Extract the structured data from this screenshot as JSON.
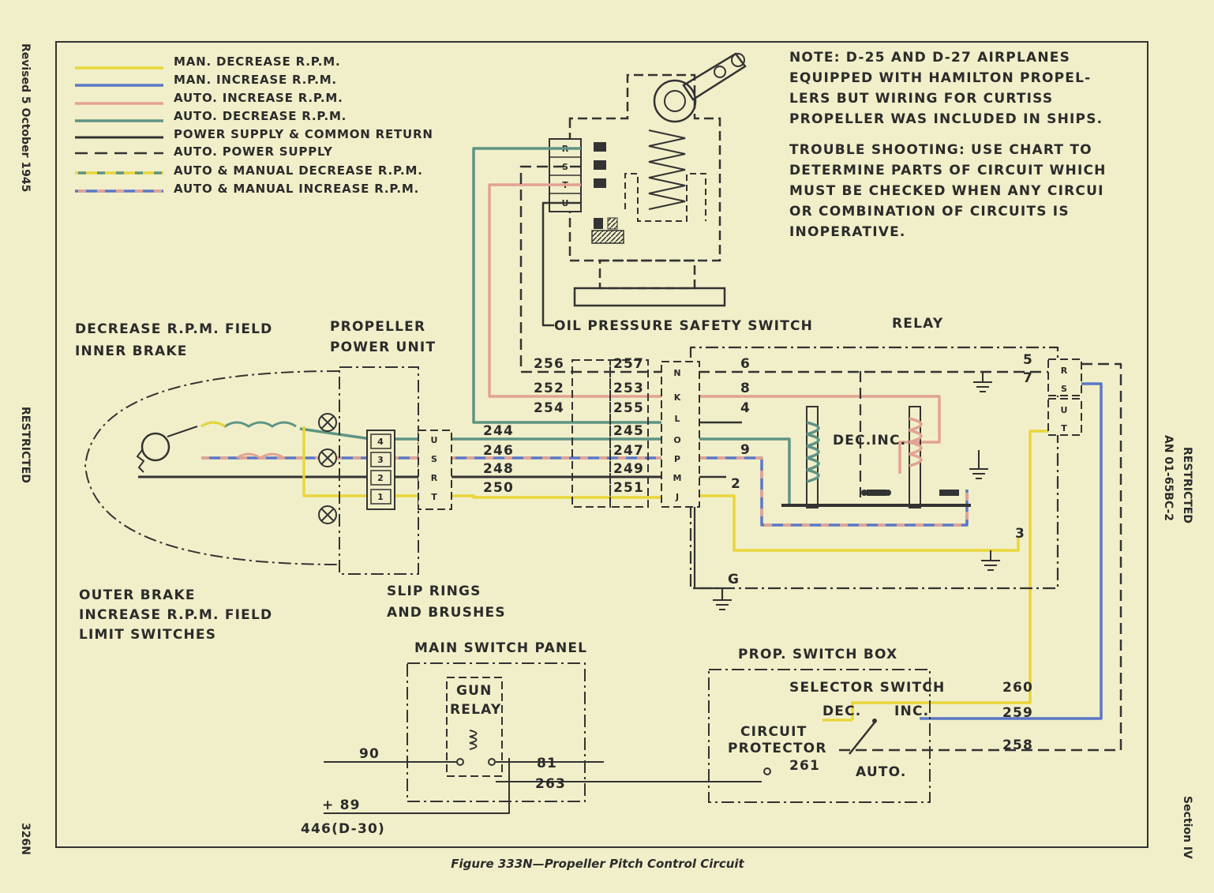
{
  "margin": {
    "left_top": "Revised 5 October 1945",
    "left_mid": "RESTRICTED",
    "left_bottom": "326N",
    "right_mid_1": "RESTRICTED",
    "right_mid_2": "AN 01-65BC-2",
    "right_bottom": "Section IV"
  },
  "caption": "Figure 333N—Propeller Pitch Control Circuit",
  "legend": [
    {
      "label": "MAN. DECREASE R.P.M.",
      "color": "#e8d63a",
      "style": "solid"
    },
    {
      "label": "MAN. INCREASE R.P.M.",
      "color": "#5a77c6",
      "style": "solid"
    },
    {
      "label": "AUTO. INCREASE R.P.M.",
      "color": "#e3a293",
      "style": "solid"
    },
    {
      "label": "AUTO. DECREASE R.P.M.",
      "color": "#5f9484",
      "style": "solid"
    },
    {
      "label": "POWER SUPPLY & COMMON RETURN",
      "color": "#333333",
      "style": "solid"
    },
    {
      "label": "AUTO. POWER SUPPLY",
      "color": "#333333",
      "style": "dashed"
    },
    {
      "label": "AUTO & MANUAL DECREASE R.P.M.",
      "color": "#e8d63a",
      "style": "dashed-mix"
    },
    {
      "label": "AUTO & MANUAL INCREASE R.P.M.",
      "color": "#5a77c6",
      "style": "dashed-mix"
    }
  ],
  "note": [
    "NOTE: D-25 AND D-27 AIRPLANES",
    "EQUIPPED WITH HAMILTON PROPEL-",
    "LERS BUT WIRING FOR CURTISS",
    "PROPELLER WAS INCLUDED IN SHIPS."
  ],
  "trouble": [
    "TROUBLE SHOOTING: USE CHART TO",
    "DETERMINE PARTS OF CIRCUIT WHICH",
    "MUST BE CHECKED WHEN ANY CIRCUI",
    "OR COMBINATION OF CIRCUITS IS",
    "INOPERATIVE."
  ],
  "labels": {
    "oil_switch": "OIL PRESSURE SAFETY SWITCH",
    "relay": "RELAY",
    "dec_field_1": "DECREASE R.P.M. FIELD",
    "dec_field_2": "INNER BRAKE",
    "prop_power_1": "PROPELLER",
    "prop_power_2": "POWER UNIT",
    "outer_1": "OUTER BRAKE",
    "outer_2": "INCREASE R.P.M. FIELD",
    "outer_3": "LIMIT SWITCHES",
    "slip_1": "SLIP RINGS",
    "slip_2": "AND BRUSHES",
    "main_panel": "MAIN SWITCH PANEL",
    "gun_relay_1": "GUN",
    "gun_relay_2": "RELAY",
    "prop_box": "PROP. SWITCH BOX",
    "selector": "SELECTOR SWITCH",
    "dec": "DEC.",
    "inc": "INC.",
    "circuit_1": "CIRCUIT",
    "circuit_2": "PROTECTOR",
    "auto": "AUTO.",
    "relay_dec": "DEC.",
    "relay_inc": "INC."
  },
  "wire_numbers": {
    "w256": "256",
    "w252": "252",
    "w254": "254",
    "w257": "257",
    "w253": "253",
    "w255": "255",
    "w244": "244",
    "w246": "246",
    "w248": "248",
    "w250": "250",
    "w245": "245",
    "w247": "247",
    "w249": "249",
    "w251": "251",
    "w260": "260",
    "w259": "259",
    "w258": "258",
    "w261": "261",
    "w90": "90",
    "w81": "81",
    "w263": "263",
    "w89": "+ 89",
    "w446": "446(D-30)",
    "t6": "6",
    "t8": "8",
    "t4": "4",
    "t9": "9",
    "t2": "2",
    "t3": "3",
    "t5": "5",
    "t7": "7",
    "tG": "G"
  },
  "oil_pins": [
    "R",
    "S",
    "T",
    "U"
  ],
  "ring_pins": [
    "4",
    "3",
    "2",
    "1"
  ],
  "brush_pins": [
    "U",
    "S",
    "R",
    "T"
  ],
  "plug_pins": [
    "N",
    "K",
    "L",
    "O",
    "P",
    "M",
    "J"
  ],
  "relay_pins_top": [
    "R",
    "S"
  ],
  "relay_pins_bot": [
    "U",
    "T"
  ]
}
